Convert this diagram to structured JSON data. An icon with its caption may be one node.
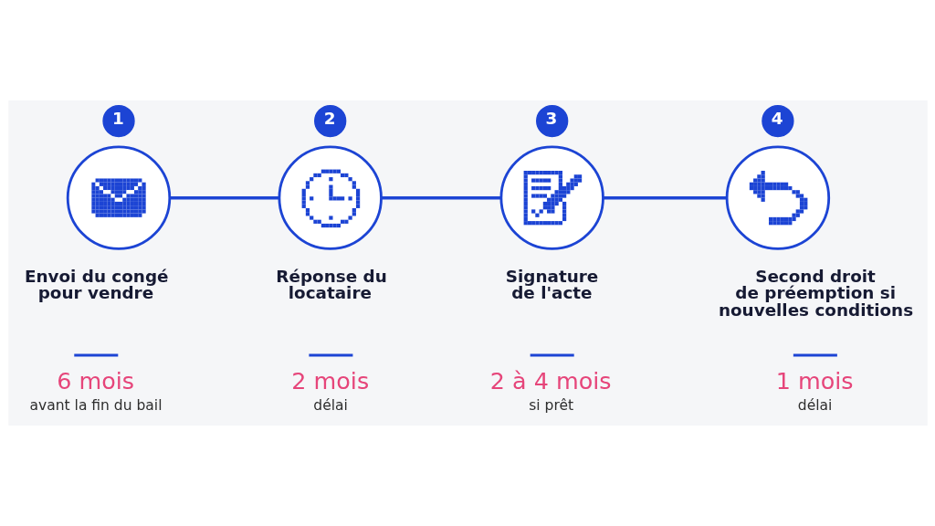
{
  "diagram": {
    "nodes": [
      {
        "text": [
          "1"
        ]
      },
      {
        "text": [],
        "shape": "circle",
        "beside": [
          "Envoi du congé pour vendre",
          "6 mois",
          "avant la fin du bail"
        ]
      },
      {
        "text": [
          "2"
        ]
      },
      {
        "text": [],
        "shape": "circle",
        "beside": [
          "Réponse du locataire",
          "2 mois",
          "délai"
        ]
      },
      {
        "text": [
          "3"
        ]
      },
      {
        "text": [],
        "shape": "circle",
        "beside": [
          "Signature de l'acte",
          "2 à 4 mois",
          "si prêt"
        ]
      },
      {
        "text": [
          "4"
        ]
      },
      {
        "text": [],
        "shape": "circle",
        "beside": [
          "Second droit de préemption si nouvelles conditions",
          "1 mois",
          "délai"
        ]
      }
    ],
    "edges": [
      {
        "from": 1,
        "to": 3,
        "arrow": "none"
      },
      {
        "from": 3,
        "to": 5,
        "arrow": "none"
      },
      {
        "from": 5,
        "to": 7,
        "arrow": "none"
      }
    ]
  }
}
